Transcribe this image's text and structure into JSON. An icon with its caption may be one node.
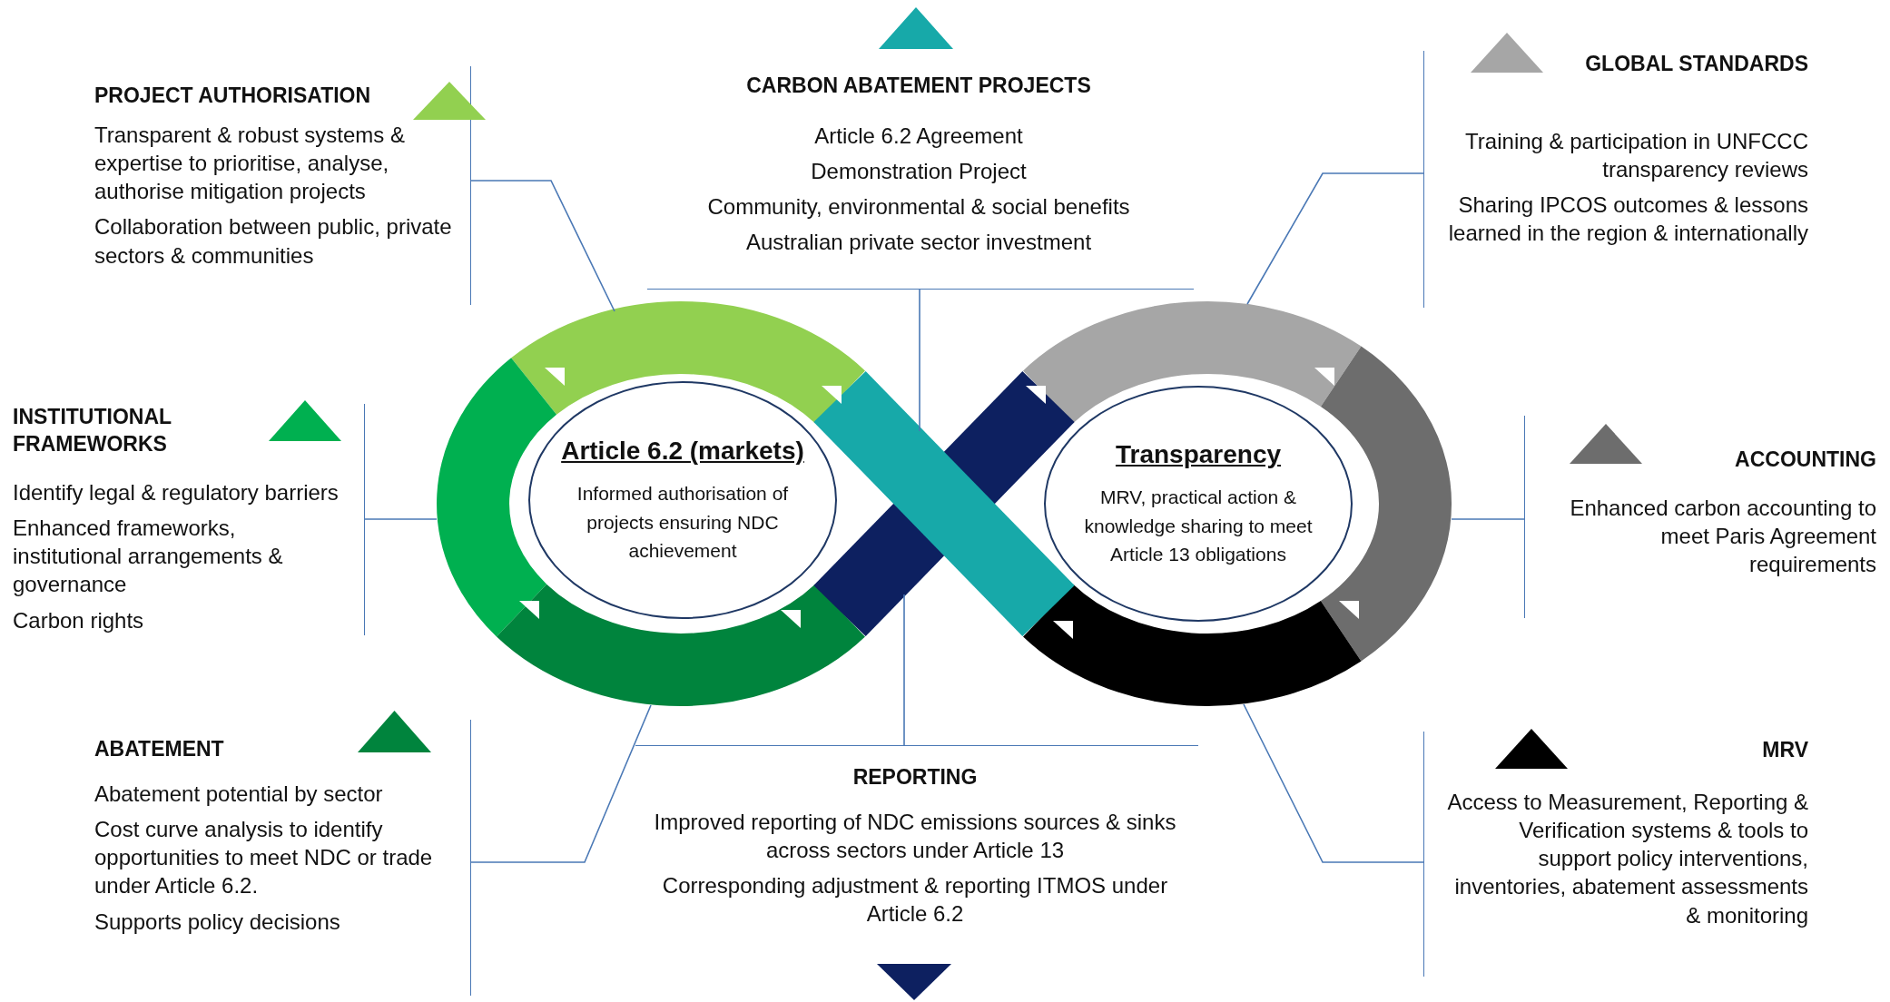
{
  "diagram": {
    "nodes": [
      {
        "text": [
          "PROJECT AUTHORISATION",
          "Transparent & robust systems & expertise to prioritise, analyse, authorise mitigation projects",
          "Collaboration between public, private sectors & communities"
        ]
      },
      {
        "text": [
          "CARBON ABATEMENT PROJECTS",
          "Article 6.2 Agreement",
          "Demonstration Project",
          "Community, environmental & social benefits",
          "Australian private sector investment"
        ]
      },
      {
        "text": [
          "GLOBAL STANDARDS",
          "Training & participation in UNFCCC transparency reviews",
          "Sharing IPCOS outcomes & lessons learned in the region & internationally"
        ]
      },
      {
        "text": [
          "INSTITUTIONAL FRAMEWORKS",
          "Identify legal & regulatory barriers",
          "Enhanced   frameworks, institutional arrangements & governance",
          "Carbon rights"
        ]
      },
      {
        "text": [
          "ACCOUNTING",
          "Enhanced carbon accounting to meet Paris Agreement requirements"
        ]
      },
      {
        "text": [
          "ABATEMENT",
          "Abatement potential by sector",
          "Cost curve analysis to identify opportunities to meet NDC or trade under Article 6.2.",
          "Supports policy decisions"
        ]
      },
      {
        "text": [
          "REPORTING",
          "Improved reporting of NDC emissions sources & sinks across sectors under Article 13",
          "Corresponding adjustment & reporting ITMOS under Article 6.2"
        ]
      },
      {
        "text": [
          "MRV",
          "Access to Measurement, Reporting & Verification systems & tools to support policy interventions, inventories, abatement assessments & monitoring"
        ]
      },
      {
        "text": [
          "Article 6.2 (markets)",
          "Informed authorisation of projects ensuring NDC achievement"
        ]
      },
      {
        "text": [
          "Transparency",
          "MRV, practical action & knowledge sharing to meet Article 13 obligations"
        ]
      },
      {
        "text": [],
        "shape": "arc"
      },
      {
        "text": [],
        "shape": "arc"
      },
      {
        "text": [],
        "shape": "arc"
      },
      {
        "text": [],
        "shape": "band"
      },
      {
        "text": [],
        "shape": "band"
      },
      {
        "text": [],
        "shape": "arc"
      },
      {
        "text": [],
        "shape": "arc"
      },
      {
        "text": [],
        "shape": "arc"
      }
    ],
    "edges": [
      {
        "from": 0,
        "to": 10,
        "arrow": "none"
      },
      {
        "from": 1,
        "to": 13,
        "arrow": "none"
      },
      {
        "from": 2,
        "to": 15,
        "arrow": "none"
      },
      {
        "from": 3,
        "to": 11,
        "arrow": "none"
      },
      {
        "from": 4,
        "to": 16,
        "arrow": "none"
      },
      {
        "from": 5,
        "to": 12,
        "arrow": "none"
      },
      {
        "from": 6,
        "to": 14,
        "arrow": "none"
      },
      {
        "from": 7,
        "to": 17,
        "arrow": "none"
      }
    ]
  }
}
